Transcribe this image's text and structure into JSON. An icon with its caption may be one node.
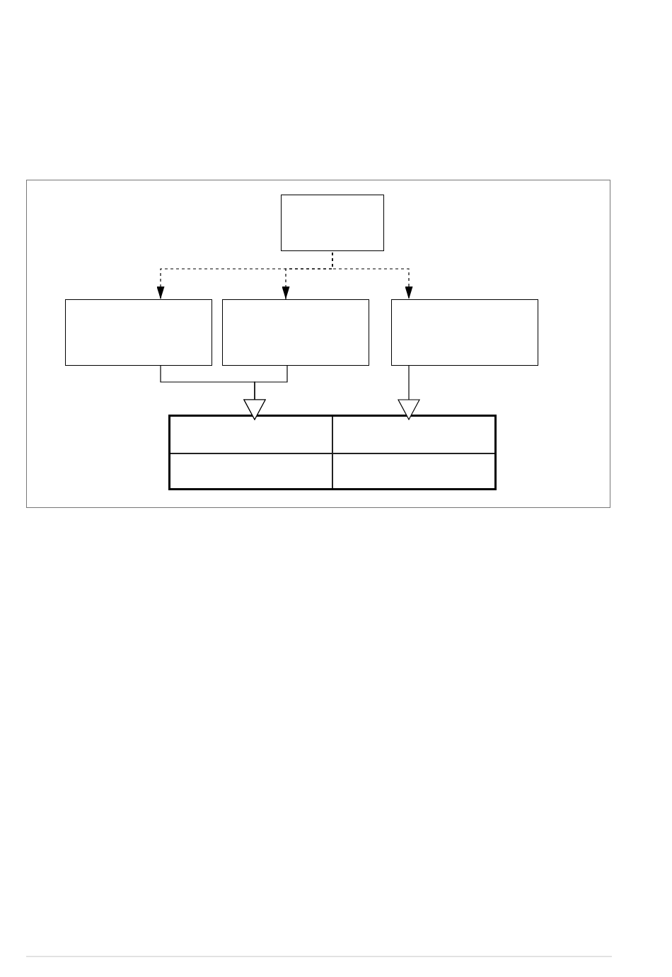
{
  "diagram": {
    "nodes": [
      {
        "text": [],
        "shape": "box"
      },
      {
        "text": [],
        "shape": "box"
      },
      {
        "text": [],
        "shape": "box"
      },
      {
        "text": [],
        "shape": "box"
      },
      {
        "text": [],
        "shape": "box"
      },
      {
        "text": [],
        "shape": "box",
        "in": 4
      },
      {
        "text": [],
        "shape": "box",
        "in": 4
      },
      {
        "text": [],
        "shape": "box",
        "in": 4
      },
      {
        "text": [],
        "shape": "box",
        "in": 4
      }
    ],
    "edges": [
      {
        "from": 0,
        "to": 1,
        "arrow": "to",
        "style": "dashed"
      },
      {
        "from": 0,
        "to": 2,
        "arrow": "to",
        "style": "dashed"
      },
      {
        "from": 0,
        "to": 3,
        "arrow": "to",
        "style": "dashed"
      },
      {
        "from": 1,
        "to": 5,
        "arrow": "to"
      },
      {
        "from": 2,
        "to": 5,
        "arrow": "to"
      },
      {
        "from": 3,
        "to": 6,
        "arrow": "to"
      }
    ]
  }
}
